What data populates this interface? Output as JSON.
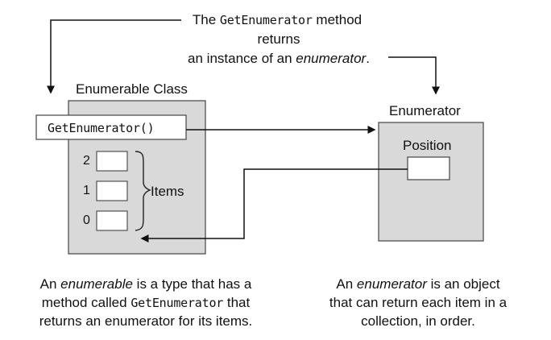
{
  "top_callout": {
    "line1_prefix": "The ",
    "line1_code": "GetEnumerator",
    "line1_suffix": " method",
    "line2": "returns",
    "line3_prefix": "an instance of an ",
    "line3_emphasis": "enumerator",
    "line3_suffix": "."
  },
  "enumerable": {
    "title": "Enumerable Class",
    "method": "GetEnumerator()",
    "items_label": "Items",
    "indices": [
      "2",
      "1",
      "0"
    ]
  },
  "enumerator": {
    "title": "Enumerator",
    "position_label": "Position"
  },
  "captions": {
    "left": {
      "line1_prefix": "An ",
      "line1_emphasis": "enumerable",
      "line1_suffix": " is a type that has a",
      "line2_prefix": "method called ",
      "line2_code": "GetEnumerator",
      "line2_suffix": " that",
      "line3": "returns an enumerator for its items."
    },
    "right": {
      "line1_prefix": "An ",
      "line1_emphasis": "enumerator",
      "line1_suffix": " is an object",
      "line2": "that can return each item in a",
      "line3": "collection, in order."
    }
  },
  "colors": {
    "box_fill": "#d9d9d9",
    "line": "#111111",
    "background": "#ffffff"
  }
}
